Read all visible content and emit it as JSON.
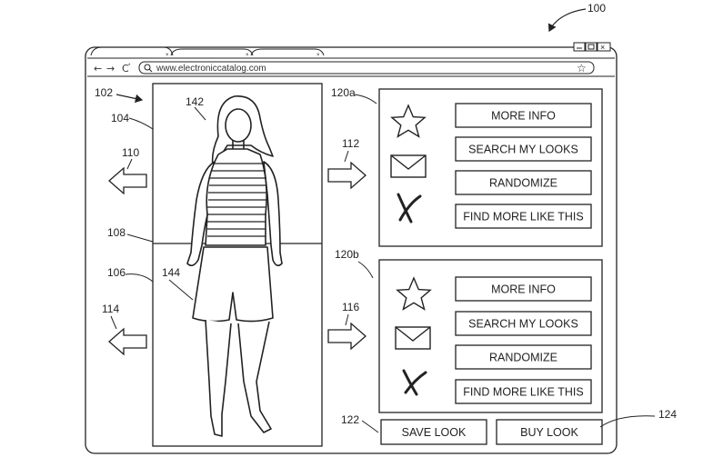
{
  "figure_number": "100",
  "browser": {
    "ref": "102",
    "url": "www.electroniccatalog.com",
    "nav_back": "←",
    "nav_forward": "→",
    "nav_reload": "C"
  },
  "viewer": {
    "ref_top_section": "104",
    "ref_bottom_section": "106",
    "ref_divider": "108",
    "ref_top_garment": "142",
    "ref_bottom_garment": "144",
    "left_arrow_top_ref": "110",
    "left_arrow_bottom_ref": "114",
    "right_arrow_top_ref": "112",
    "right_arrow_bottom_ref": "116"
  },
  "panels": [
    {
      "ref": "120a",
      "buttons": [
        "MORE INFO",
        "SEARCH MY LOOKS",
        "RANDOMIZE",
        "FIND MORE LIKE THIS"
      ]
    },
    {
      "ref": "120b",
      "buttons": [
        "MORE INFO",
        "SEARCH MY LOOKS",
        "RANDOMIZE",
        "FIND MORE LIKE THIS"
      ]
    }
  ],
  "actions": {
    "save_look": "SAVE LOOK",
    "save_look_ref": "122",
    "buy_look": "BUY LOOK",
    "buy_look_ref": "124"
  }
}
